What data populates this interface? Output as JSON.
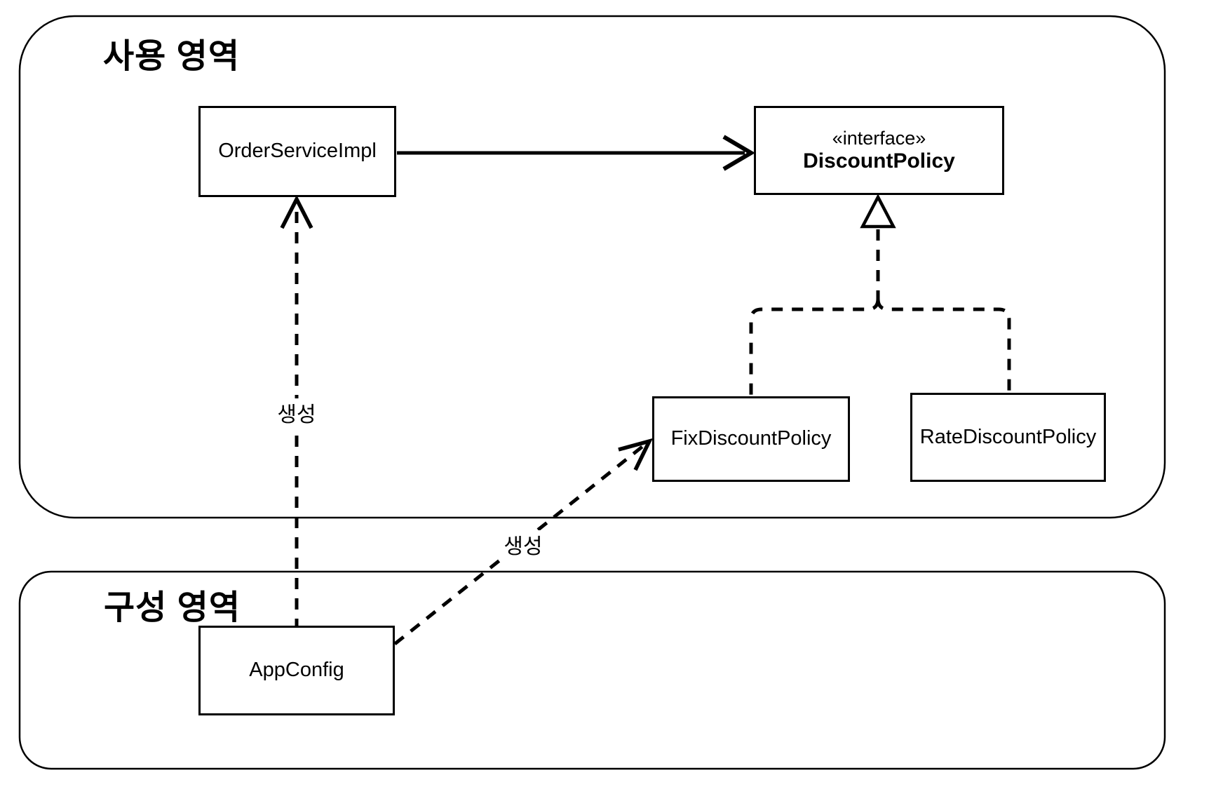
{
  "diagram": {
    "regions": [
      {
        "id": "usage",
        "label": "사용 영역"
      },
      {
        "id": "config",
        "label": "구성 영역"
      }
    ],
    "nodes": [
      {
        "id": "orderServiceImpl",
        "label": "OrderServiceImpl"
      },
      {
        "id": "discountPolicy",
        "stereotype": "«interface»",
        "label": "DiscountPolicy"
      },
      {
        "id": "fixDiscountPolicy",
        "label": "FixDiscountPolicy"
      },
      {
        "id": "rateDiscountPolicy",
        "label": "RateDiscountPolicy"
      },
      {
        "id": "appConfig",
        "label": "AppConfig"
      }
    ],
    "edges": [
      {
        "from": "OrderServiceImpl",
        "to": "DiscountPolicy",
        "type": "solid-open-arrow",
        "label": ""
      },
      {
        "from": "FixDiscountPolicy",
        "to": "DiscountPolicy",
        "type": "dashed-realization",
        "label": ""
      },
      {
        "from": "RateDiscountPolicy",
        "to": "DiscountPolicy",
        "type": "dashed-realization",
        "label": ""
      },
      {
        "from": "AppConfig",
        "to": "OrderServiceImpl",
        "type": "dashed-open-arrow",
        "label": "생성"
      },
      {
        "from": "AppConfig",
        "to": "FixDiscountPolicy",
        "type": "dashed-open-arrow",
        "label": "생성"
      }
    ],
    "colors": {
      "stroke": "#000000",
      "background": "#ffffff",
      "box_fill": "#ffffff"
    }
  }
}
